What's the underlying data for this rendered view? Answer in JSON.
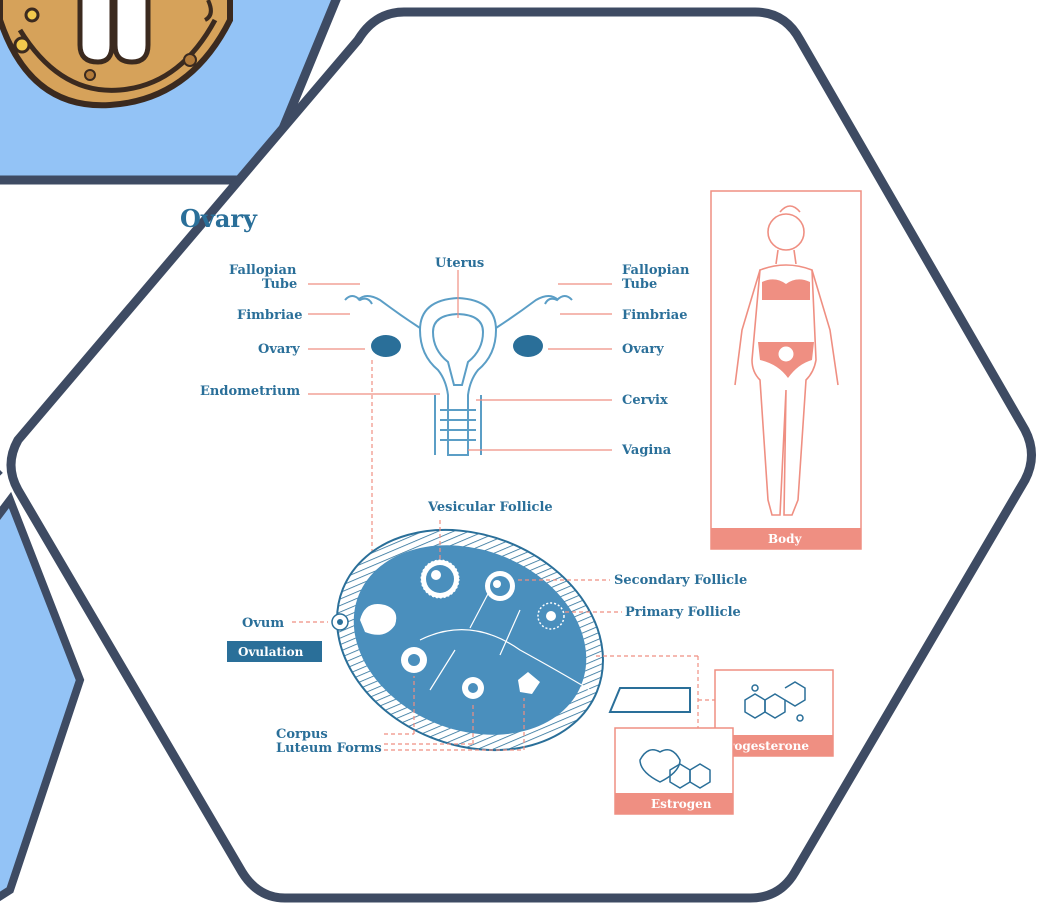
{
  "diagram": {
    "title": "Ovary",
    "labels": {
      "fallopian_tube_left": [
        "Fallopian",
        "Tube"
      ],
      "fallopian_tube_right": [
        "Fallopian",
        "Tube"
      ],
      "uterus": "Uterus",
      "fimbriae_left": "Fimbriae",
      "fimbriae_right": "Fimbriae",
      "ovary_left": "Ovary",
      "ovary_right": "Ovary",
      "endometrium": "Endometrium",
      "cervix": "Cervix",
      "vagina": "Vagina",
      "vesicular_follicle": "Vesicular Follicle",
      "secondary_follicle": "Secondary Follicle",
      "primary_follicle": "Primary Follicle",
      "ovum": "Ovum",
      "ovulation": "Ovulation",
      "corpus_luteum": [
        "Corpus",
        "Luteum Forms"
      ],
      "body": "Body",
      "progesterone": "Progesterone",
      "estrogen": "Estrogen"
    }
  },
  "colors": {
    "blue": "#2a6f99",
    "light_blue": "#5b9ec6",
    "salmon": "#ef8f82",
    "frame": "#3e4b63",
    "panel": "#93c3f6"
  }
}
